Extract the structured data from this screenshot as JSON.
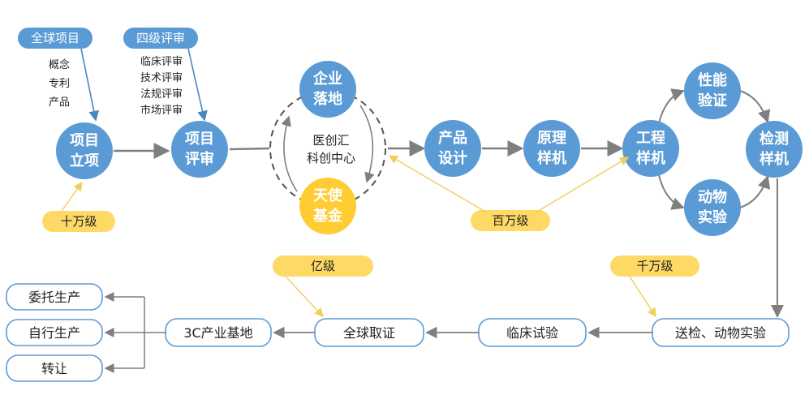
{
  "colors": {
    "blue": "#5b9bd5",
    "blue_dark": "#4a86c0",
    "yellow": "#ffd54f",
    "pill_border": "#5b9bd5",
    "arrow_gray": "#808080",
    "arrow_yellow": "#f5d76e"
  },
  "tags": {
    "global_project": "全球项目",
    "four_level_review": "四级评审"
  },
  "project_notes": [
    "概念",
    "专利",
    "产品"
  ],
  "review_notes": [
    "临床评审",
    "技术评审",
    "法规评审",
    "市场评审"
  ],
  "circles": {
    "project_setup": [
      "项目",
      "立项"
    ],
    "project_review": [
      "项目",
      "评审"
    ],
    "enterprise_landing": [
      "企业",
      "落地"
    ],
    "angel_fund": [
      "天使",
      "基金"
    ],
    "product_design": [
      "产品",
      "设计"
    ],
    "prototype": [
      "原理",
      "样机"
    ],
    "engineering_prototype": [
      "工程",
      "样机"
    ],
    "performance_validation": [
      "性能",
      "验证"
    ],
    "animal_experiment": [
      "动物",
      "实验"
    ],
    "test_prototype": [
      "检测",
      "样机"
    ]
  },
  "center_label": [
    "医创汇",
    "科创中心"
  ],
  "funding": {
    "hundred_thousand": "十万级",
    "million": "百万级",
    "hundred_million": "亿级",
    "ten_million": "千万级"
  },
  "pills": {
    "inspection_animal": "送检、动物实验",
    "clinical_trial": "临床试验",
    "global_certification": "全球取证",
    "base_3c": "3C产业基地",
    "consigned_production": "委托生产",
    "self_production": "自行生产",
    "transfer": "转让"
  }
}
